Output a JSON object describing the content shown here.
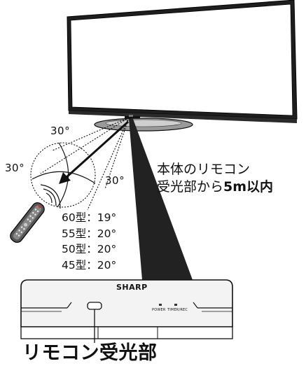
{
  "angles": {
    "top": "30°",
    "left": "30°",
    "right": "30°"
  },
  "range_note": {
    "line1": "本体のリモコン",
    "line2_prefix": "受光部から",
    "line2_bold": "5m以内"
  },
  "models": [
    "60型：19°",
    "55型：20°",
    "50型：20°",
    "45型：20°"
  ],
  "panel": {
    "brand": "SHARP",
    "power_label": "POWER",
    "timer_label": "TIMER/REC"
  },
  "caption": "リモコン受光部",
  "colors": {
    "line": "#111111",
    "tv_frame": "#1a1a1a",
    "screen": "#ffffff",
    "beam": "#222222",
    "panel_fill": "#f3f3f3"
  }
}
